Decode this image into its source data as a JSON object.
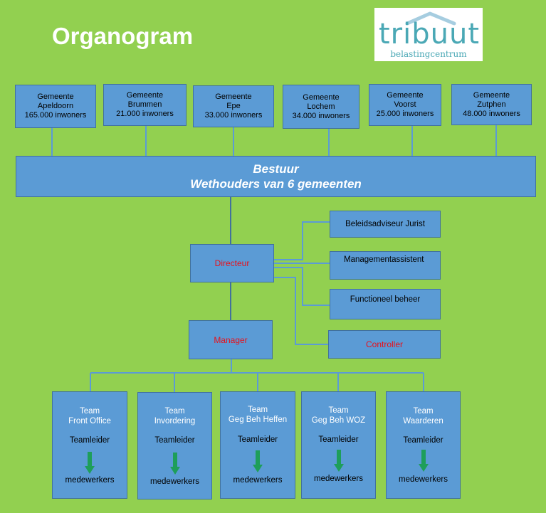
{
  "title": "Organogram",
  "logo": {
    "word": "tribuut",
    "sub": "belastingcentrum",
    "color": "#4aa8b5"
  },
  "gemeenten": [
    {
      "label": "Gemeente\nApeldoorn\n165.000 inwoners"
    },
    {
      "label": "Gemeente\nBrummen\n21.000 inwoners"
    },
    {
      "label": "Gemeente\nEpe\n33.000 inwoners"
    },
    {
      "label": "Gemeente\nLochem\n34.000 inwoners"
    },
    {
      "label": "Gemeente\nVoorst\n25.000 inwoners"
    },
    {
      "label": "Gemeente\nZutphen\n48.000 inwoners"
    }
  ],
  "bestuur": {
    "line1": "Bestuur",
    "line2": "Wethouders van 6 gemeenten"
  },
  "directeur": "Directeur",
  "manager": "Manager",
  "staff": [
    "Beleidsadviseur Jurist",
    "Managementassistent",
    "Functioneel beheer"
  ],
  "controller": "Controller",
  "teams": [
    {
      "name": "Team\nFront Office",
      "lead": "Teamleider",
      "members": "medewerkers"
    },
    {
      "name": "Team\nInvordering",
      "lead": "Teamleider",
      "members": "medewerkers"
    },
    {
      "name": "Team\nGeg Beh Heffen",
      "lead": "Teamleider",
      "members": "medewerkers"
    },
    {
      "name": "Team\nGeg Beh WOZ",
      "lead": "Teamleider",
      "members": "medewerkers"
    },
    {
      "name": "Team\nWaarderen",
      "lead": "Teamleider",
      "members": "medewerkers"
    }
  ],
  "colors": {
    "background": "#92d050",
    "box": "#5b9bd5",
    "accent_red": "#e8101a",
    "arrow": "#1e9e5a"
  }
}
